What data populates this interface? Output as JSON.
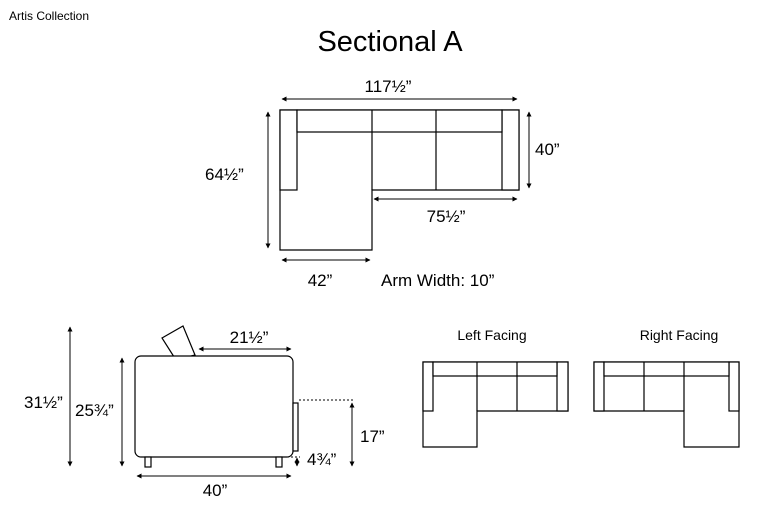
{
  "brand": "Artis Collection",
  "title": "Sectional A",
  "top_view": {
    "overall_width": "117½”",
    "chaise_depth": "64½”",
    "sofa_depth": "40”",
    "sofa_inner_width": "75½”",
    "chaise_width": "42”",
    "arm_width": "Arm Width: 10”"
  },
  "side_view": {
    "back_height": "31½”",
    "arm_height": "25¾”",
    "seat_depth": "21½”",
    "seat_height": "17”",
    "leg_height": "4¾”",
    "depth": "40”"
  },
  "orientations": {
    "left_label": "Left Facing",
    "right_label": "Right Facing"
  },
  "colors": {
    "line": "#000000",
    "fill": "#ffffff"
  }
}
